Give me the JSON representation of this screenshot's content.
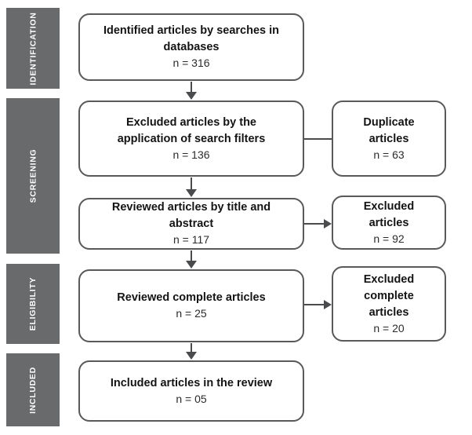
{
  "stages": [
    {
      "label": "IDENTIFICATION"
    },
    {
      "label": "SCREENING"
    },
    {
      "label": "ELIGIBILITY"
    },
    {
      "label": "INCLUDED"
    }
  ],
  "flow": {
    "boxes": [
      {
        "title": "Identified articles by searches in databases",
        "count": "n = 316"
      },
      {
        "title": "Excluded articles by the application of search filters",
        "count": "n = 136"
      },
      {
        "title": "Reviewed articles by title and abstract",
        "count": "n = 117"
      },
      {
        "title": "Reviewed complete articles",
        "count": "n = 25"
      },
      {
        "title": "Included articles in the review",
        "count": "n = 05"
      }
    ],
    "side_boxes": [
      {
        "title": "Duplicate articles",
        "count": "n = 63"
      },
      {
        "title": "Excluded articles",
        "count": "n = 92"
      },
      {
        "title": "Excluded complete articles",
        "count": "n = 20"
      }
    ]
  },
  "colors": {
    "stage_fill": "#696a6c",
    "stage_text": "#ffffff",
    "box_border": "#58595b",
    "box_fill": "#ffffff",
    "connector": "#4a4b4d",
    "title_text": "#141414",
    "count_text": "#2b2b2b"
  }
}
